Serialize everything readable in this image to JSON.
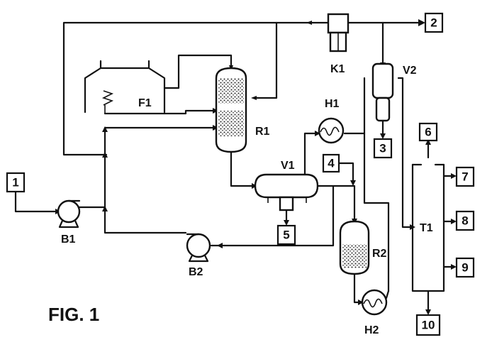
{
  "figure": {
    "caption": "FIG. 1"
  },
  "streams": {
    "s1": "1",
    "s2": "2",
    "s3": "3",
    "s4": "4",
    "s5": "5",
    "s6": "6",
    "s7": "7",
    "s8": "8",
    "s9": "9",
    "s10": "10"
  },
  "equipment": {
    "B1": "B1",
    "B2": "B2",
    "F1": "F1",
    "R1": "R1",
    "R2": "R2",
    "V1": "V1",
    "V2": "V2",
    "H1": "H1",
    "H2": "H2",
    "K1": "K1",
    "T1": "T1"
  }
}
